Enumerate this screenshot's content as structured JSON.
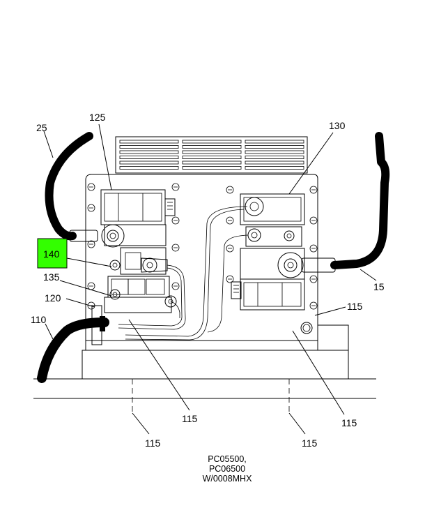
{
  "callouts": {
    "c25": "25",
    "c125": "125",
    "c130": "130",
    "c140": "140",
    "c135": "135",
    "c120": "120",
    "c110": "110",
    "c15": "15",
    "c115_right": "115",
    "c115_center": "115",
    "c115_lower_right": "115",
    "c115_bottom_left": "115",
    "c115_bottom_right": "115"
  },
  "highlight": {
    "label": "140",
    "color": "#33ff00"
  },
  "caption": {
    "line1": "PC05500,",
    "line2": "PC06500",
    "line3": "W/0008MHX"
  }
}
